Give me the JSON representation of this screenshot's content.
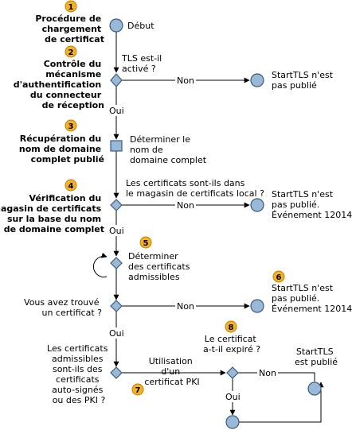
{
  "steps": {
    "s1": {
      "badge": "1",
      "lines": [
        "Procédure de",
        "chargement",
        "de certificat"
      ]
    },
    "s2": {
      "badge": "2",
      "lines": [
        "Contrôle du",
        "mécanisme",
        "d'authentification",
        "du connecteur",
        "de réception"
      ]
    },
    "s3": {
      "badge": "3",
      "lines": [
        "Récupération du",
        "nom de domaine",
        "complet publié"
      ]
    },
    "s4": {
      "badge": "4",
      "lines": [
        "Vérification du",
        "magasin de certificats",
        "sur la base du nom",
        "de domaine complet"
      ]
    }
  },
  "nodes": {
    "start": [
      "Début"
    ],
    "tls_question": [
      "TLS est-il",
      "activé ?"
    ],
    "not_published_1": [
      "StartTLS n'est",
      "pas publié"
    ],
    "determine_fqdn": [
      "Déterminer le",
      "nom de",
      "domaine complet"
    ],
    "certs_question": [
      "Les certificats sont-ils dans",
      "le magasin de certificats local ?"
    ],
    "not_published_2": [
      "StartTLS n'est",
      "pas publié.",
      "Événement 12014"
    ],
    "determine_eligible": [
      "Déterminer",
      "des certificats",
      "admissibles"
    ],
    "found_question": [
      "Vous avez trouvé",
      "un certificat ?"
    ],
    "not_published_3": [
      "StartTLS n'est",
      "pas publié.",
      "Événement 12014"
    ],
    "selfsigned_question": [
      "Les certificats",
      "admissibles",
      "sont-ils des",
      "certificats",
      "auto-signés",
      "ou des PKI ?"
    ],
    "use_pki": [
      "Utilisation",
      "d'un",
      "certificat PKI"
    ],
    "expired_question": [
      "Le certificat",
      "a-t-il expiré ?"
    ],
    "published": [
      "StartTLS",
      "est publié"
    ]
  },
  "badges": {
    "b5": "5",
    "b6": "6",
    "b7": "7",
    "b8": "8"
  },
  "edges": {
    "non": "Non",
    "oui": "Oui"
  },
  "colors": {
    "node_fill": "#9ab8d8",
    "node_stroke": "#3d5a78",
    "badge_fill": "#f5b324",
    "badge_stroke": "#c07d00"
  }
}
